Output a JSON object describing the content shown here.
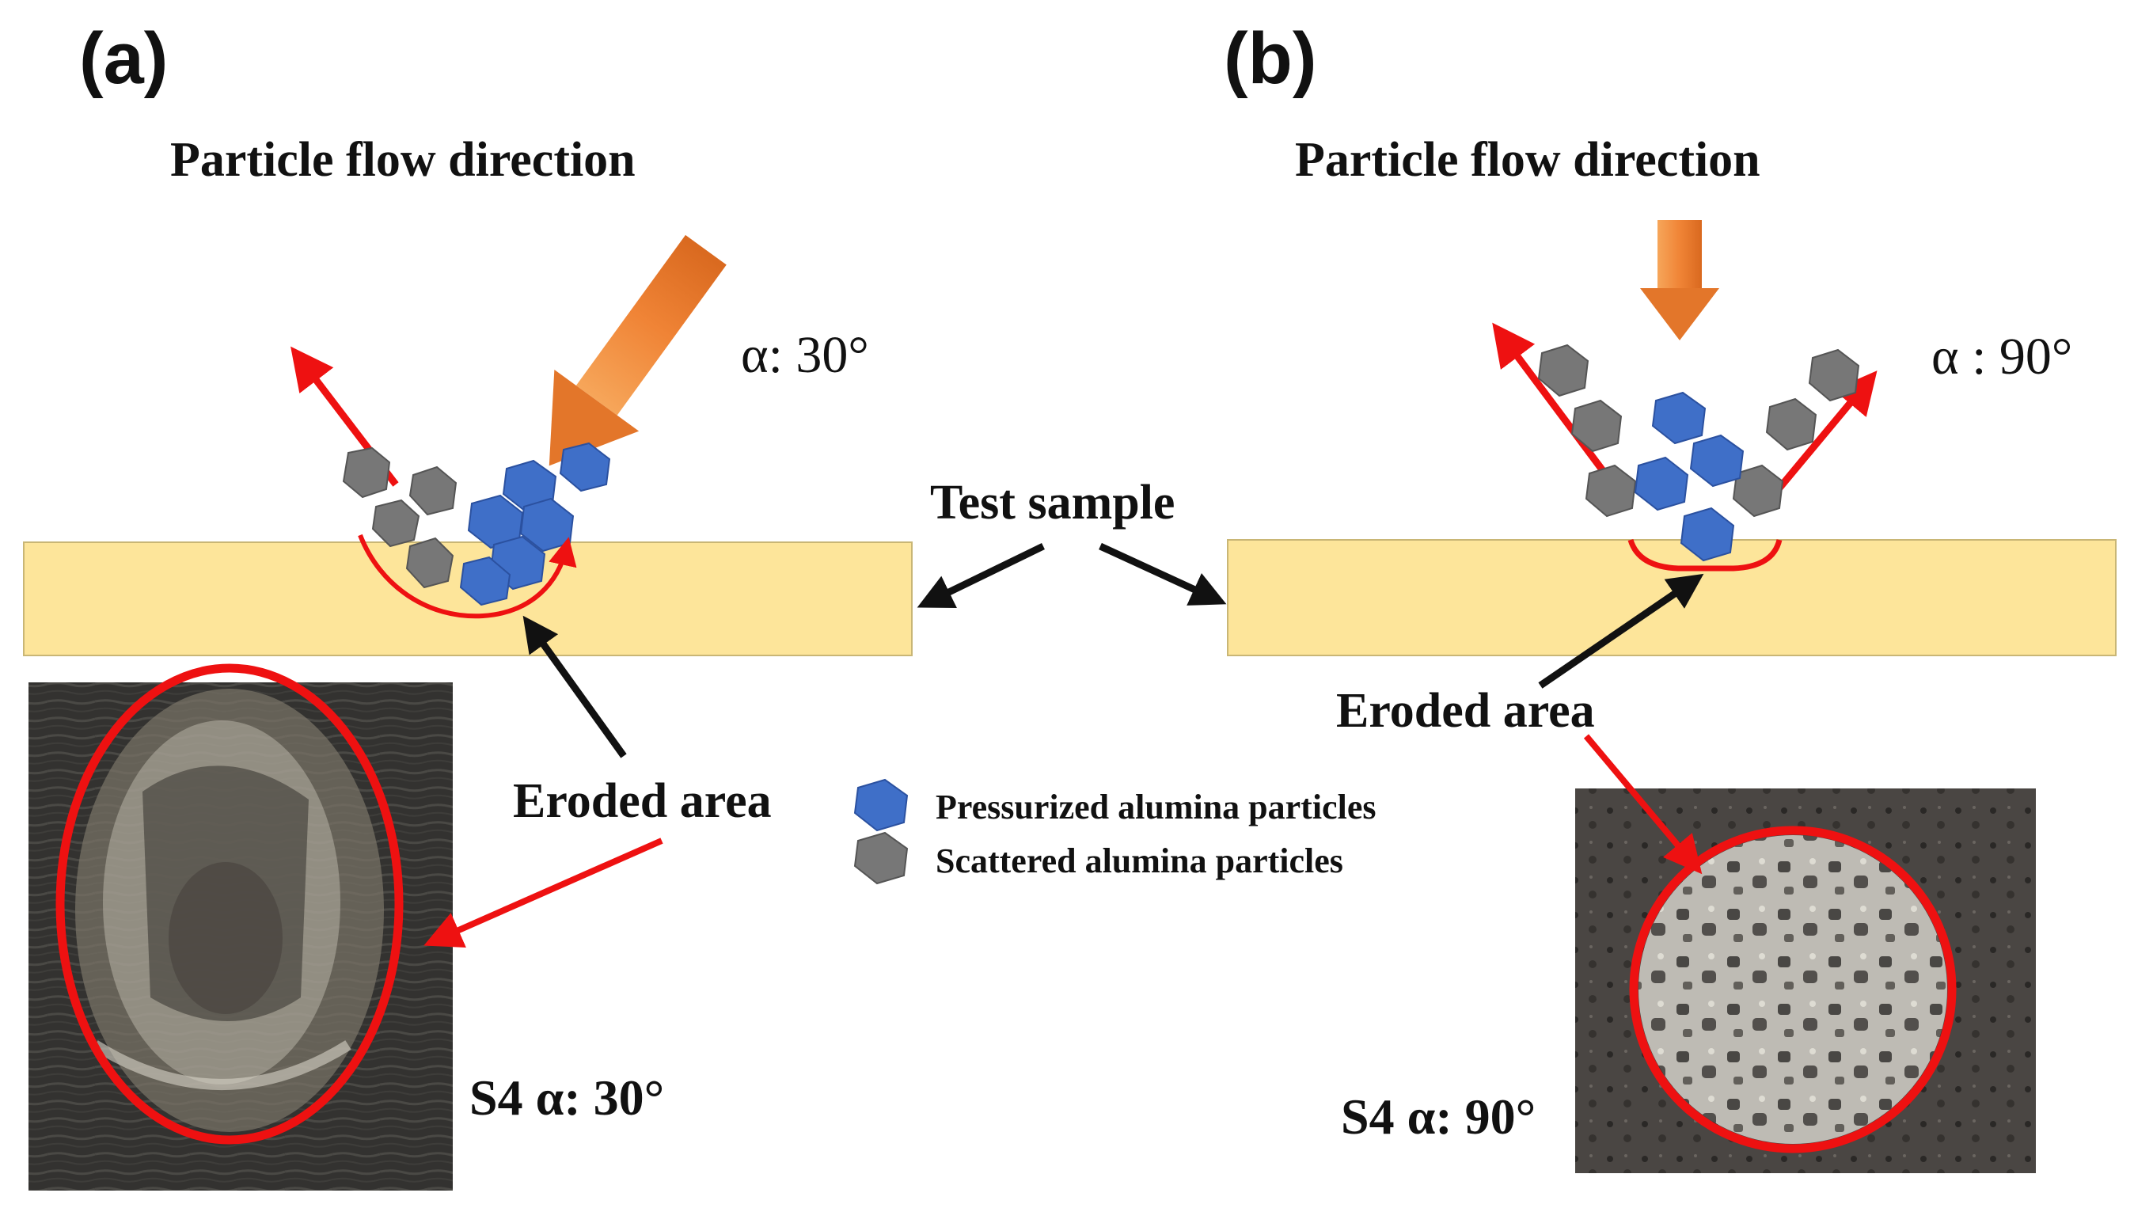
{
  "panel_a": {
    "label": "(a)",
    "flow_title": "Particle flow direction",
    "angle_label": "α: 30°",
    "eroded_label": "Eroded area",
    "photo_caption": "S4 α: 30°"
  },
  "panel_b": {
    "label": "(b)",
    "flow_title": "Particle flow direction",
    "angle_label": "α : 90°",
    "eroded_label": "Eroded area",
    "photo_caption": "S4 α: 90°"
  },
  "center": {
    "test_sample_label": "Test sample"
  },
  "legend": {
    "items": [
      {
        "label": "Pressurized alumina particles",
        "color": "#3f6fc8"
      },
      {
        "label": "Scattered alumina particles",
        "color": "#777777"
      }
    ]
  },
  "colors": {
    "sample": "#fde59a",
    "flow_arrow": "#f0873a",
    "erosion": "#ee1111",
    "pointer": "#111111"
  }
}
